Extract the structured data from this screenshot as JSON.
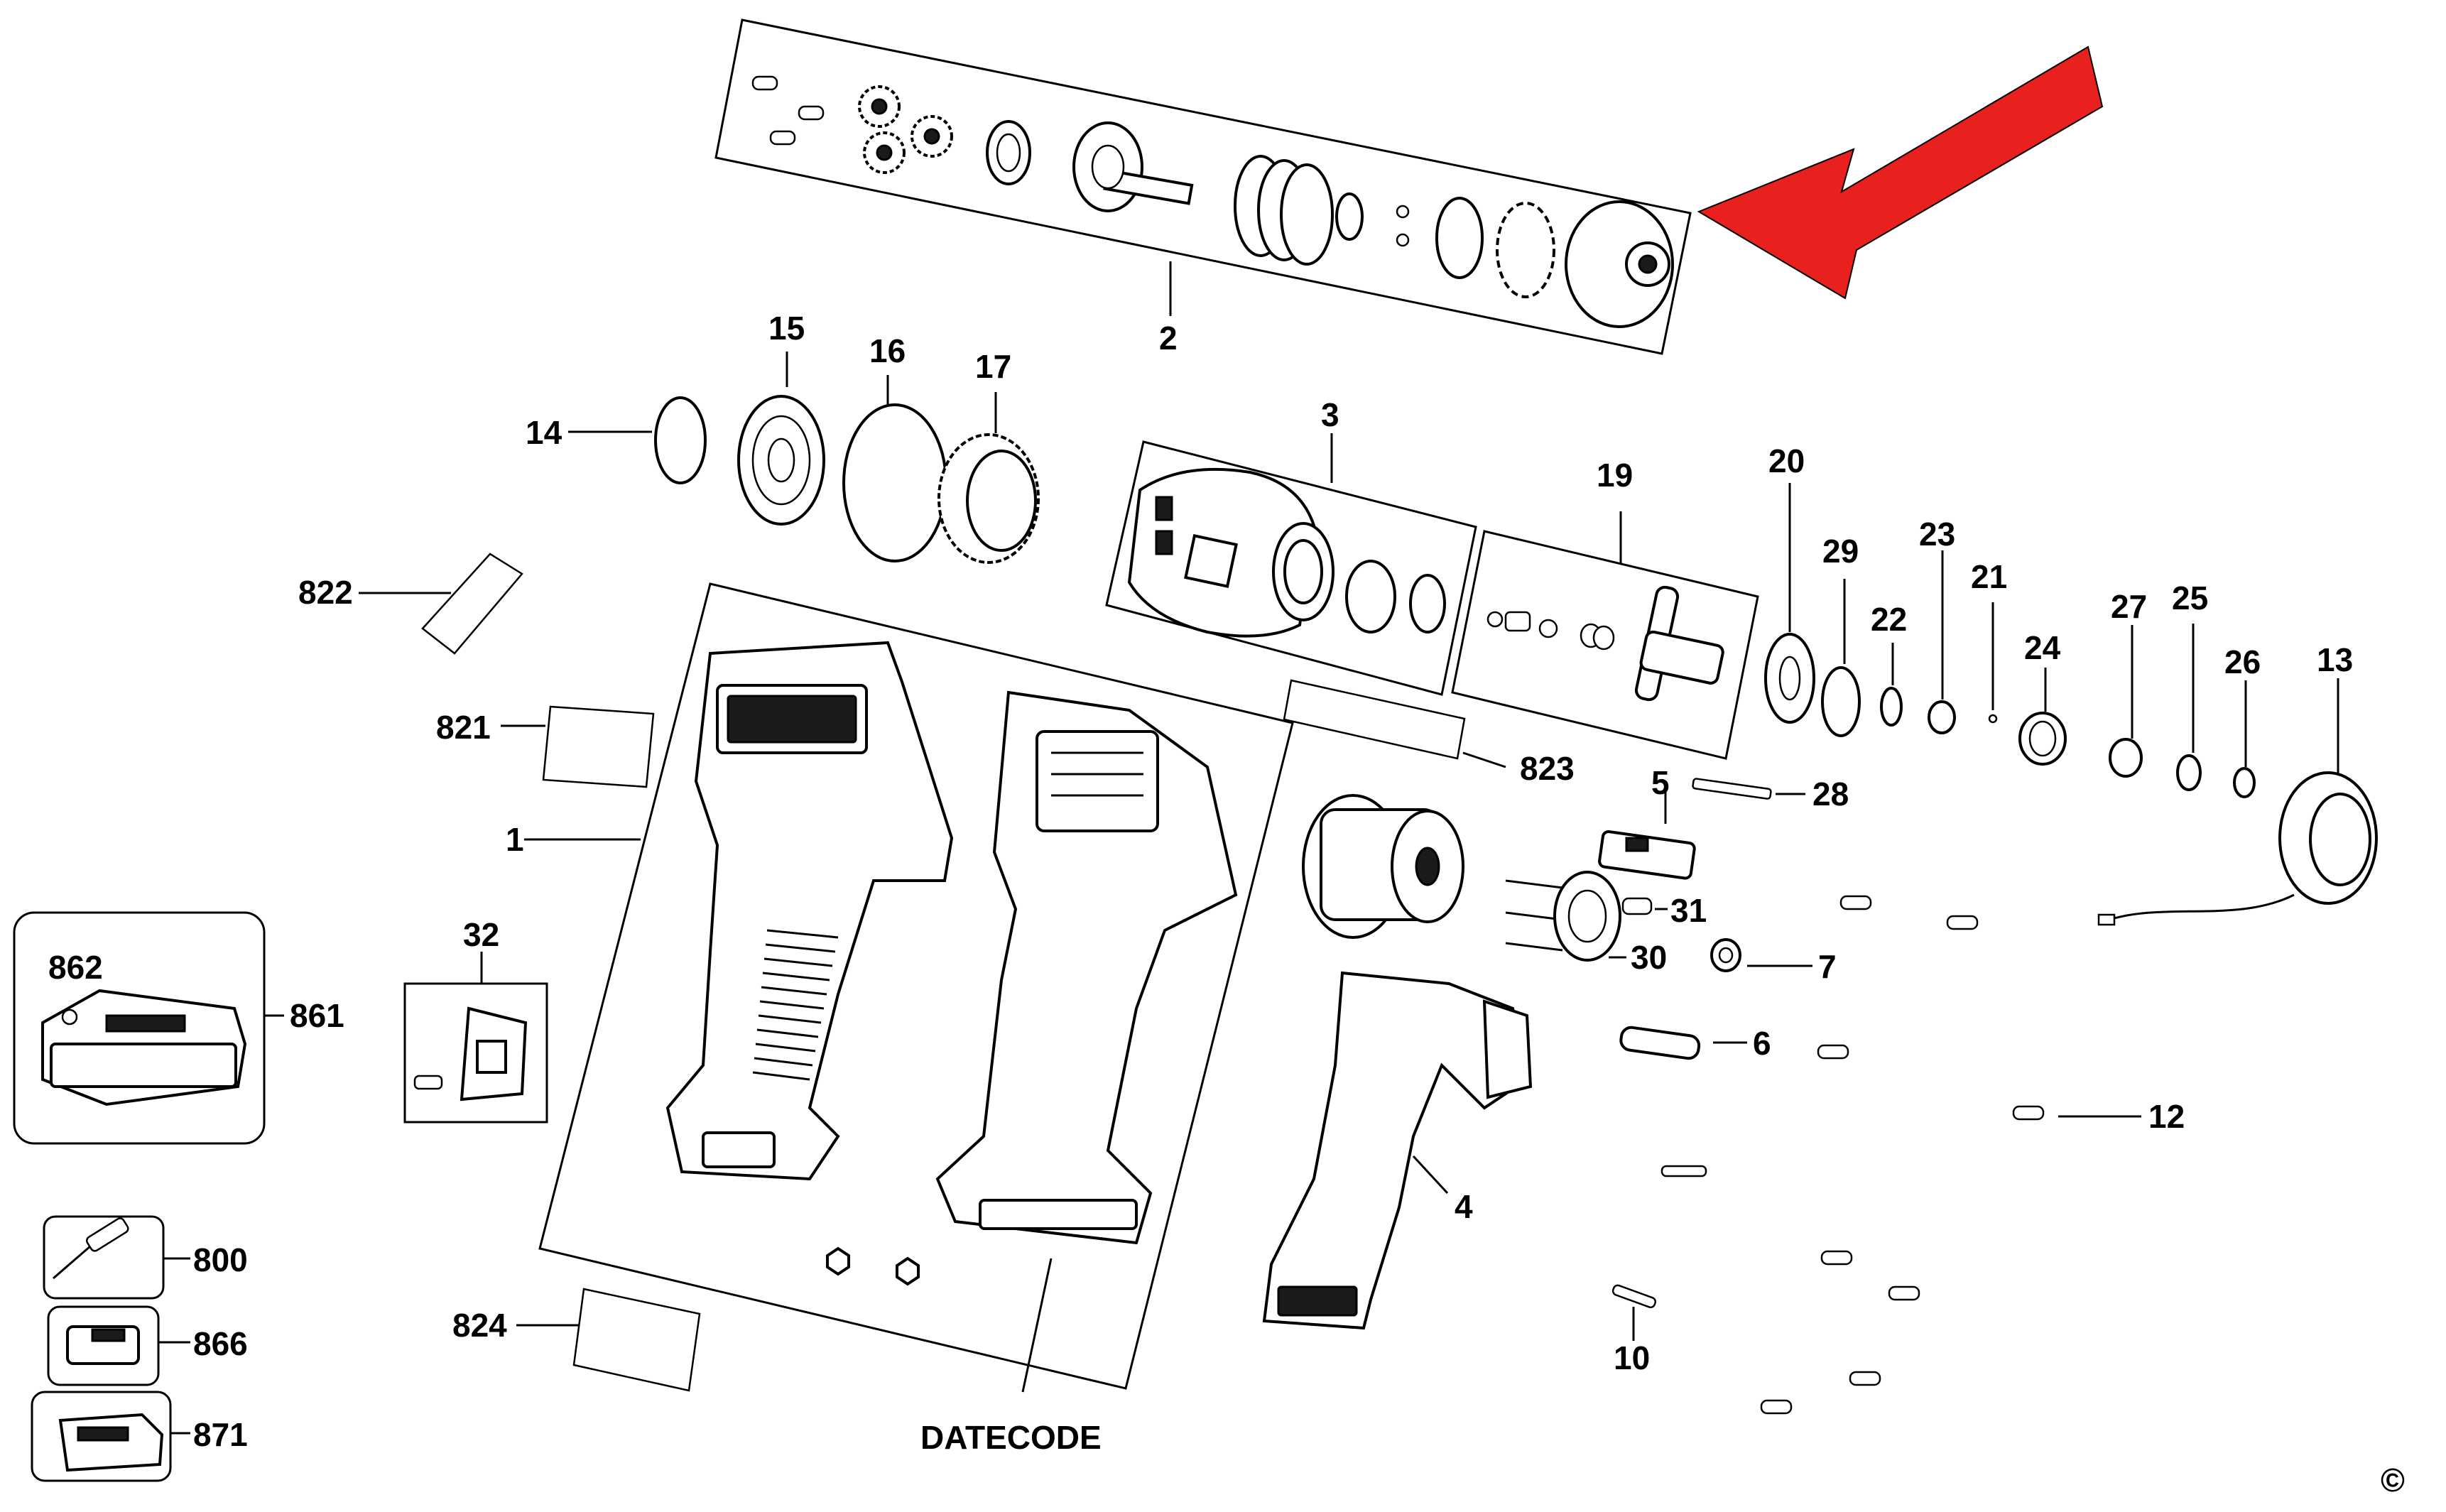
{
  "diagram": {
    "type": "exploded-parts-diagram",
    "subject": "cordless impact driver",
    "callout_labels": [
      "1",
      "2",
      "3",
      "4",
      "5",
      "6",
      "7",
      "10",
      "12",
      "13",
      "14",
      "15",
      "16",
      "17",
      "19",
      "20",
      "21",
      "22",
      "23",
      "24",
      "25",
      "26",
      "27",
      "28",
      "29",
      "30",
      "31",
      "32",
      "800",
      "821",
      "822",
      "823",
      "824",
      "861",
      "862",
      "866",
      "871"
    ],
    "datecode_label": "DATECODE",
    "copyright_symbol": "©",
    "pointer_arrow_color": "#e8201e",
    "line_color": "#000000",
    "background_color": "#ffffff"
  }
}
